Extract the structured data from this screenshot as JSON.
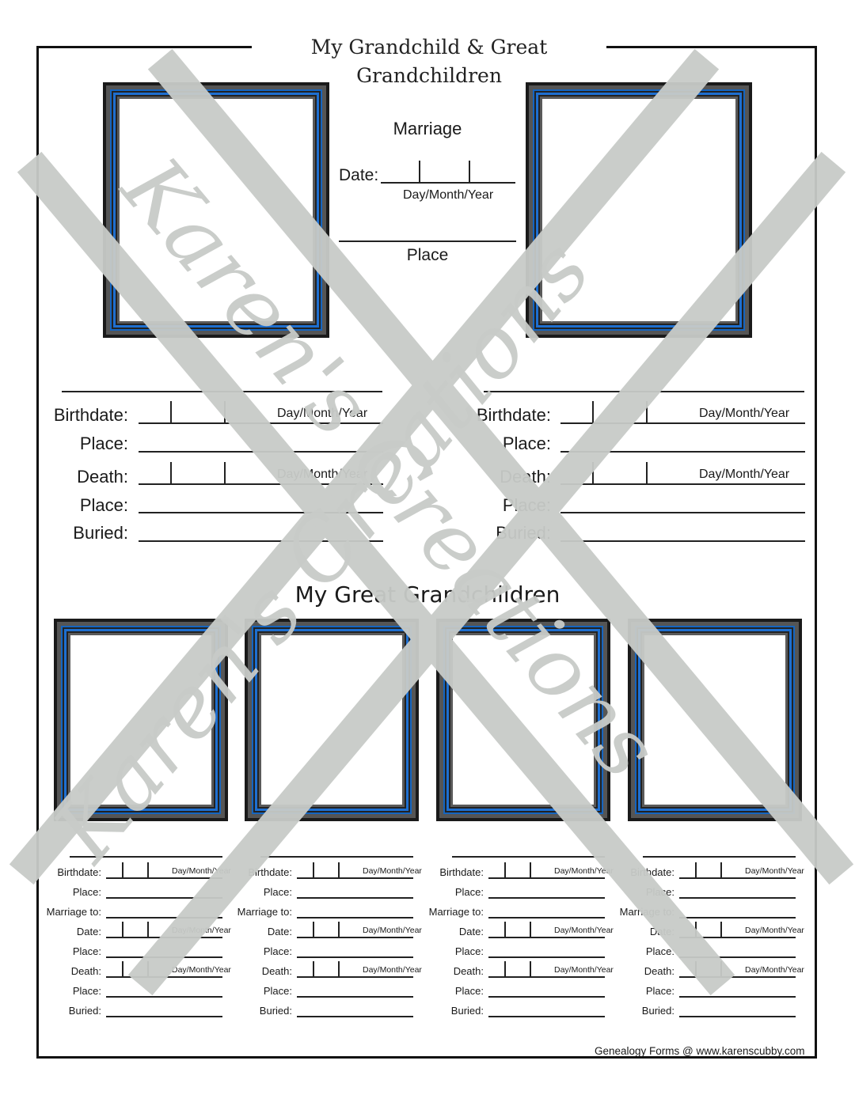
{
  "page": {
    "title": "My Grandchild & Great Grandchildren",
    "section_title": "My Great Grandchildren",
    "footer": "Genealogy Forms @ www.karenscubby.com"
  },
  "marriage": {
    "heading": "Marriage",
    "date_label": "Date:",
    "date_format": "Day/Month/Year",
    "place_label": "Place"
  },
  "grandchild_fields": {
    "birthdate": "Birthdate:",
    "place": "Place:",
    "death": "Death:",
    "buried": "Buried:",
    "date_format": "Day/Month/Year"
  },
  "great_grandchild_fields": {
    "birthdate": "Birthdate:",
    "place": "Place:",
    "marriage_to": "Marriage to:",
    "date": "Date:",
    "death": "Death:",
    "buried": "Buried:",
    "date_format": "Day/Month/Year"
  },
  "watermark": {
    "text": "Karen's Creations",
    "color": "#c8cbc8"
  },
  "colors": {
    "frame_blue": "#1e6fd0",
    "frame_gray": "#555555",
    "ink": "#1a1a1a"
  }
}
